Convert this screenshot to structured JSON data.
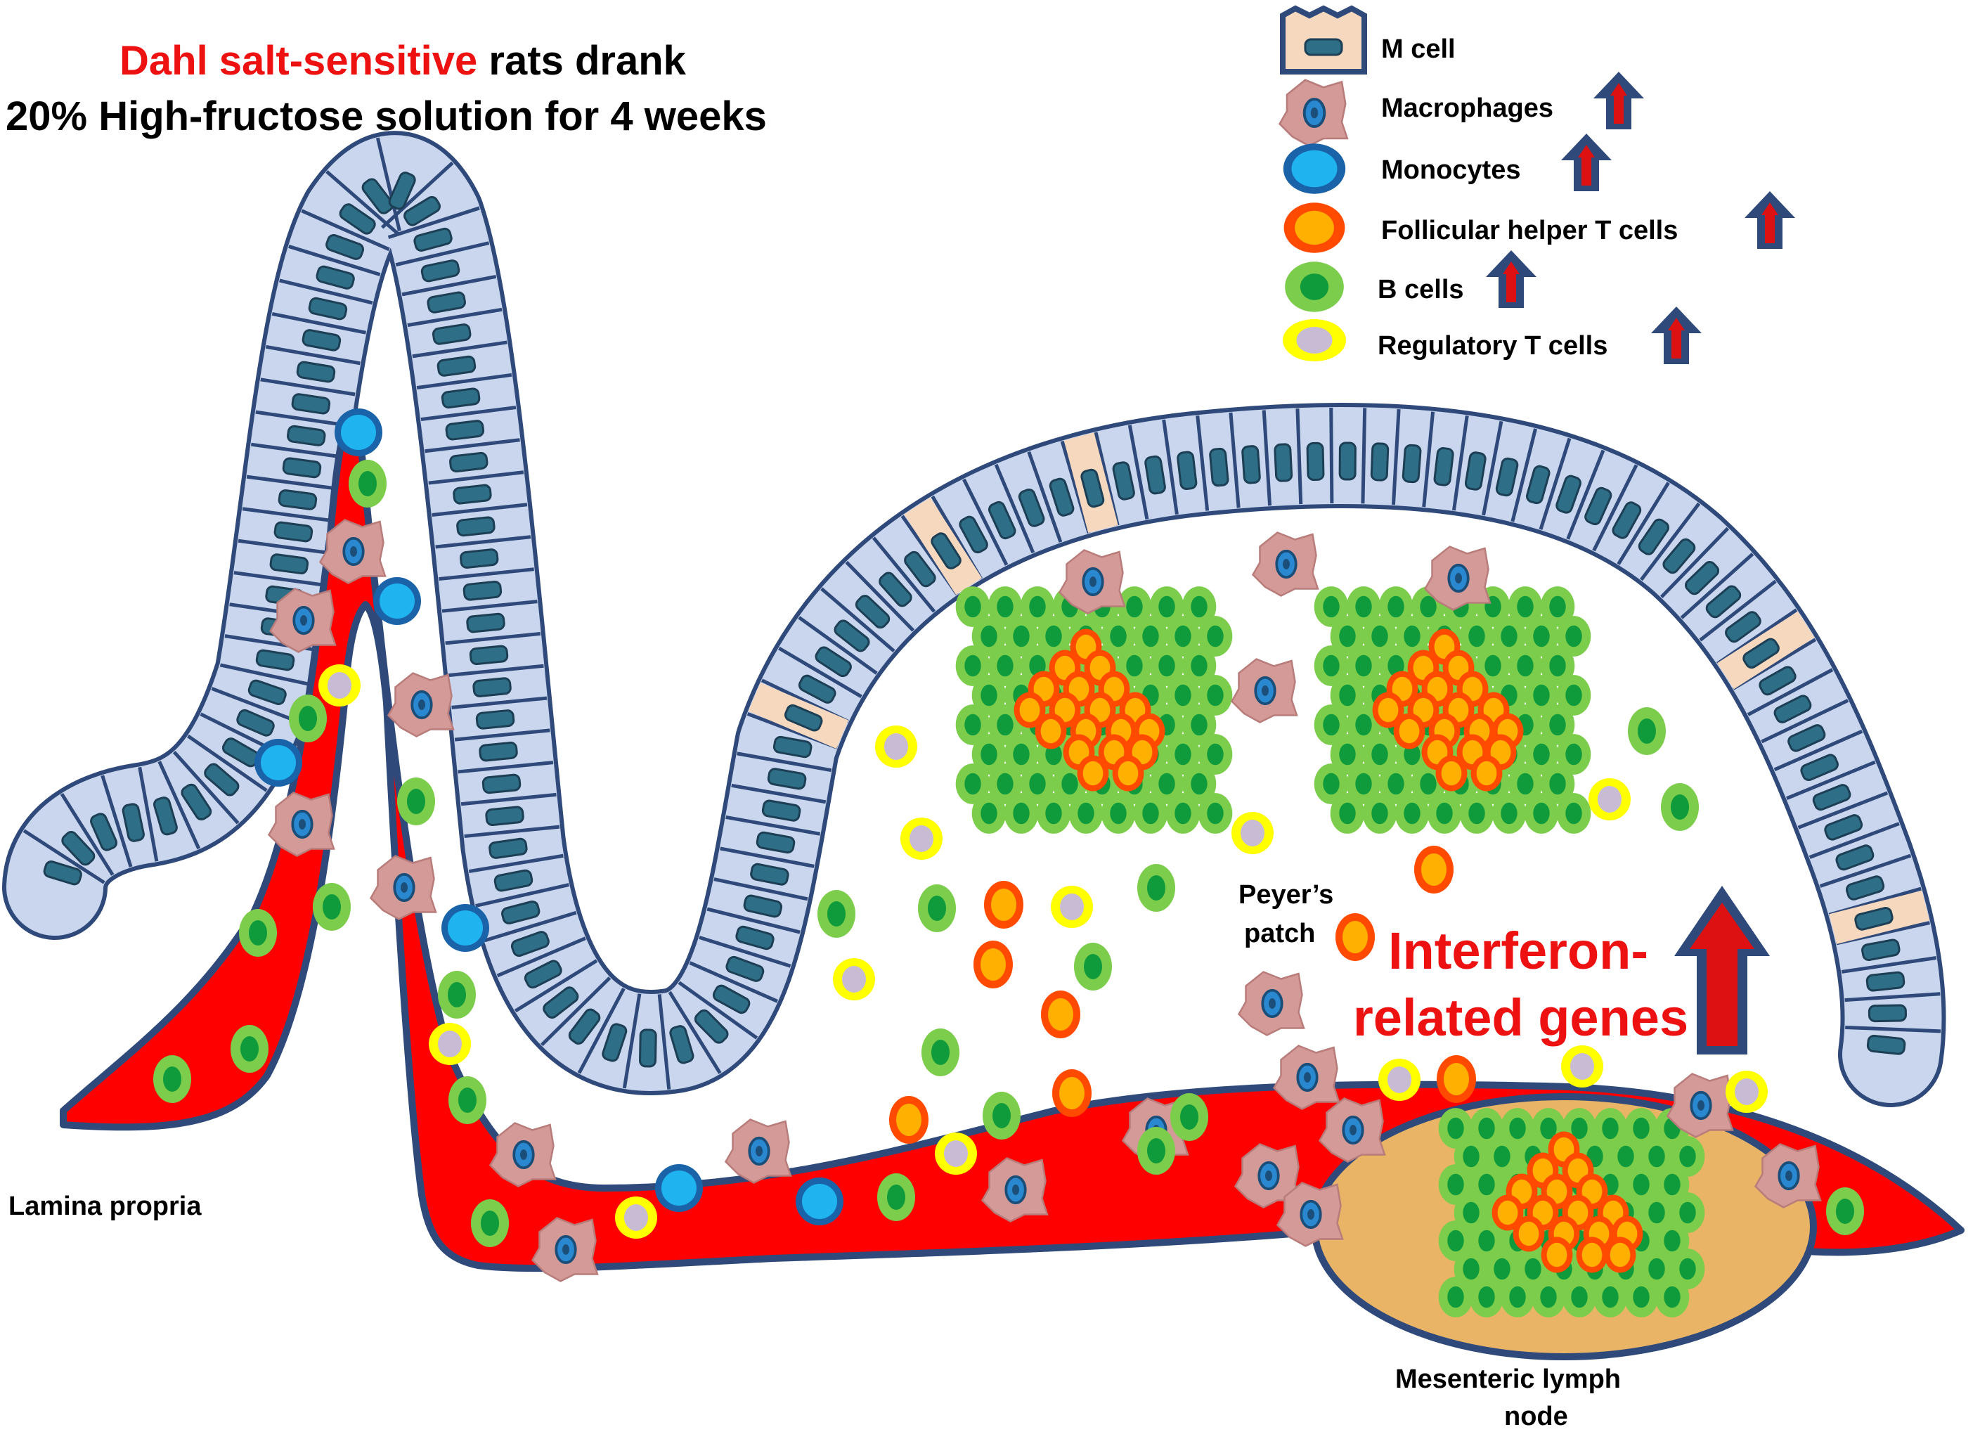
{
  "title": {
    "line1_red": "Dahl salt-sensitive",
    "line1_rest": " rats drank",
    "line2": "20% High-fructose solution for 4 weeks"
  },
  "legend": [
    {
      "label": "M cell",
      "icon": "m-cell-icon",
      "arrow": false
    },
    {
      "label": "Macrophages",
      "icon": "macrophage-icon",
      "arrow": true
    },
    {
      "label": "Monocytes",
      "icon": "monocyte-icon",
      "arrow": true
    },
    {
      "label": "Follicular helper T cells",
      "icon": "tfh-cell-icon",
      "arrow": true
    },
    {
      "label": "B cells",
      "icon": "b-cell-icon",
      "arrow": true
    },
    {
      "label": "Regulatory T cells",
      "icon": "treg-cell-icon",
      "arrow": true
    }
  ],
  "labels": {
    "peyers_line1": "Peyer’s",
    "peyers_line2": "patch",
    "lamina_propria": "Lamina propria",
    "lymph_line1": "Mesenteric lymph",
    "lymph_line2": "node",
    "interferon_line1": "Interferon-",
    "interferon_line2": "related genes"
  },
  "colors": {
    "vessel_red": "#ff0000",
    "epithelium_fill": "#c9d6ee",
    "epithelium_stroke": "#2f4a7a",
    "nucleus": "#2e6e86",
    "m_cell": "#f6d8be",
    "macrophage": "#d49a98",
    "monocyte": "#1e7fcc",
    "tfh_outer": "#ff4a00",
    "tfh_inner": "#ffb000",
    "b_outer": "#7ccd4b",
    "b_inner": "#0f9a3c",
    "treg_outer": "#ffff00",
    "treg_inner": "#c8bcd4",
    "lymph_node": "#e9b466",
    "up_arrow_fill": "#dd1111",
    "up_arrow_stroke": "#2f4a7a"
  }
}
